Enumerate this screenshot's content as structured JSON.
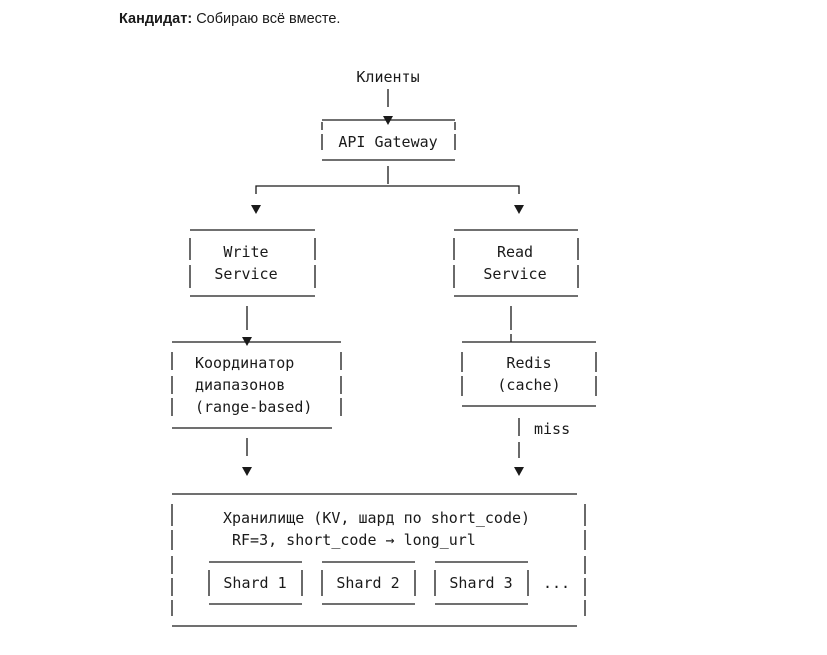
{
  "intro": {
    "speaker": "Кандидат:",
    "text": "Собираю всё вместе."
  },
  "diagram": {
    "clients": "Клиенты",
    "gateway": "API Gateway",
    "write_service": [
      "Write",
      "Service"
    ],
    "read_service": [
      "Read",
      "Service"
    ],
    "coordinator": [
      "Координатор",
      "диапазонов",
      "(range-based)"
    ],
    "redis": [
      "Redis",
      "(cache)"
    ],
    "miss_label": "miss",
    "storage": [
      "Хранилище (KV, шард по short_code)",
      "RF=3,  short_code → long_url"
    ],
    "shards": [
      "Shard 1",
      "Shard 2",
      "Shard 3"
    ],
    "ellipsis": "..."
  }
}
